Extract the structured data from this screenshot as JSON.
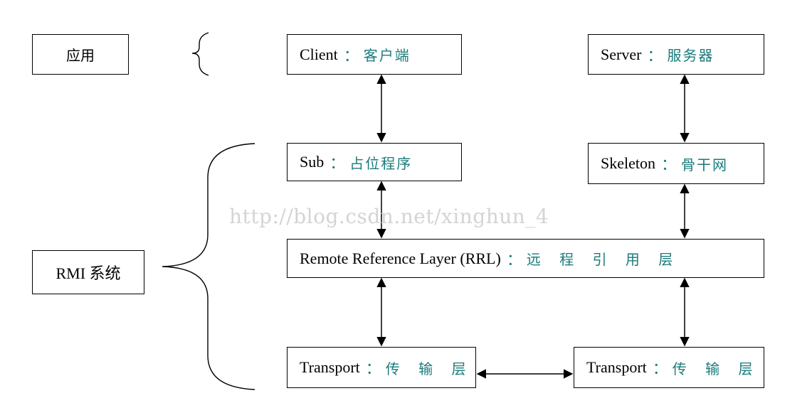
{
  "watermark": "http://blog.csdn.net/xinghun_4",
  "labels": {
    "app": "应用",
    "rmi": "RMI 系统"
  },
  "boxes": {
    "client": {
      "en": "Client",
      "sep": "：",
      "zh": "客户端"
    },
    "server": {
      "en": "Server",
      "sep": "：",
      "zh": "服务器"
    },
    "stub": {
      "en": "Sub",
      "sep": "：",
      "zh": "占位程序"
    },
    "skeleton": {
      "en": "Skeleton",
      "sep": "：",
      "zh": "骨干网"
    },
    "rrl": {
      "en": "Remote Reference Layer (RRL)",
      "sep": "：",
      "zh": "远 程 引 用 层"
    },
    "transport_left": {
      "en": "Transport",
      "sep": "：",
      "zh": "传 输 层"
    },
    "transport_right": {
      "en": "Transport",
      "sep": "：",
      "zh": "传 输 层"
    }
  },
  "colors": {
    "line": "#000000",
    "zh_text": "#1a7a7a",
    "watermark": "#d4d4d4"
  }
}
